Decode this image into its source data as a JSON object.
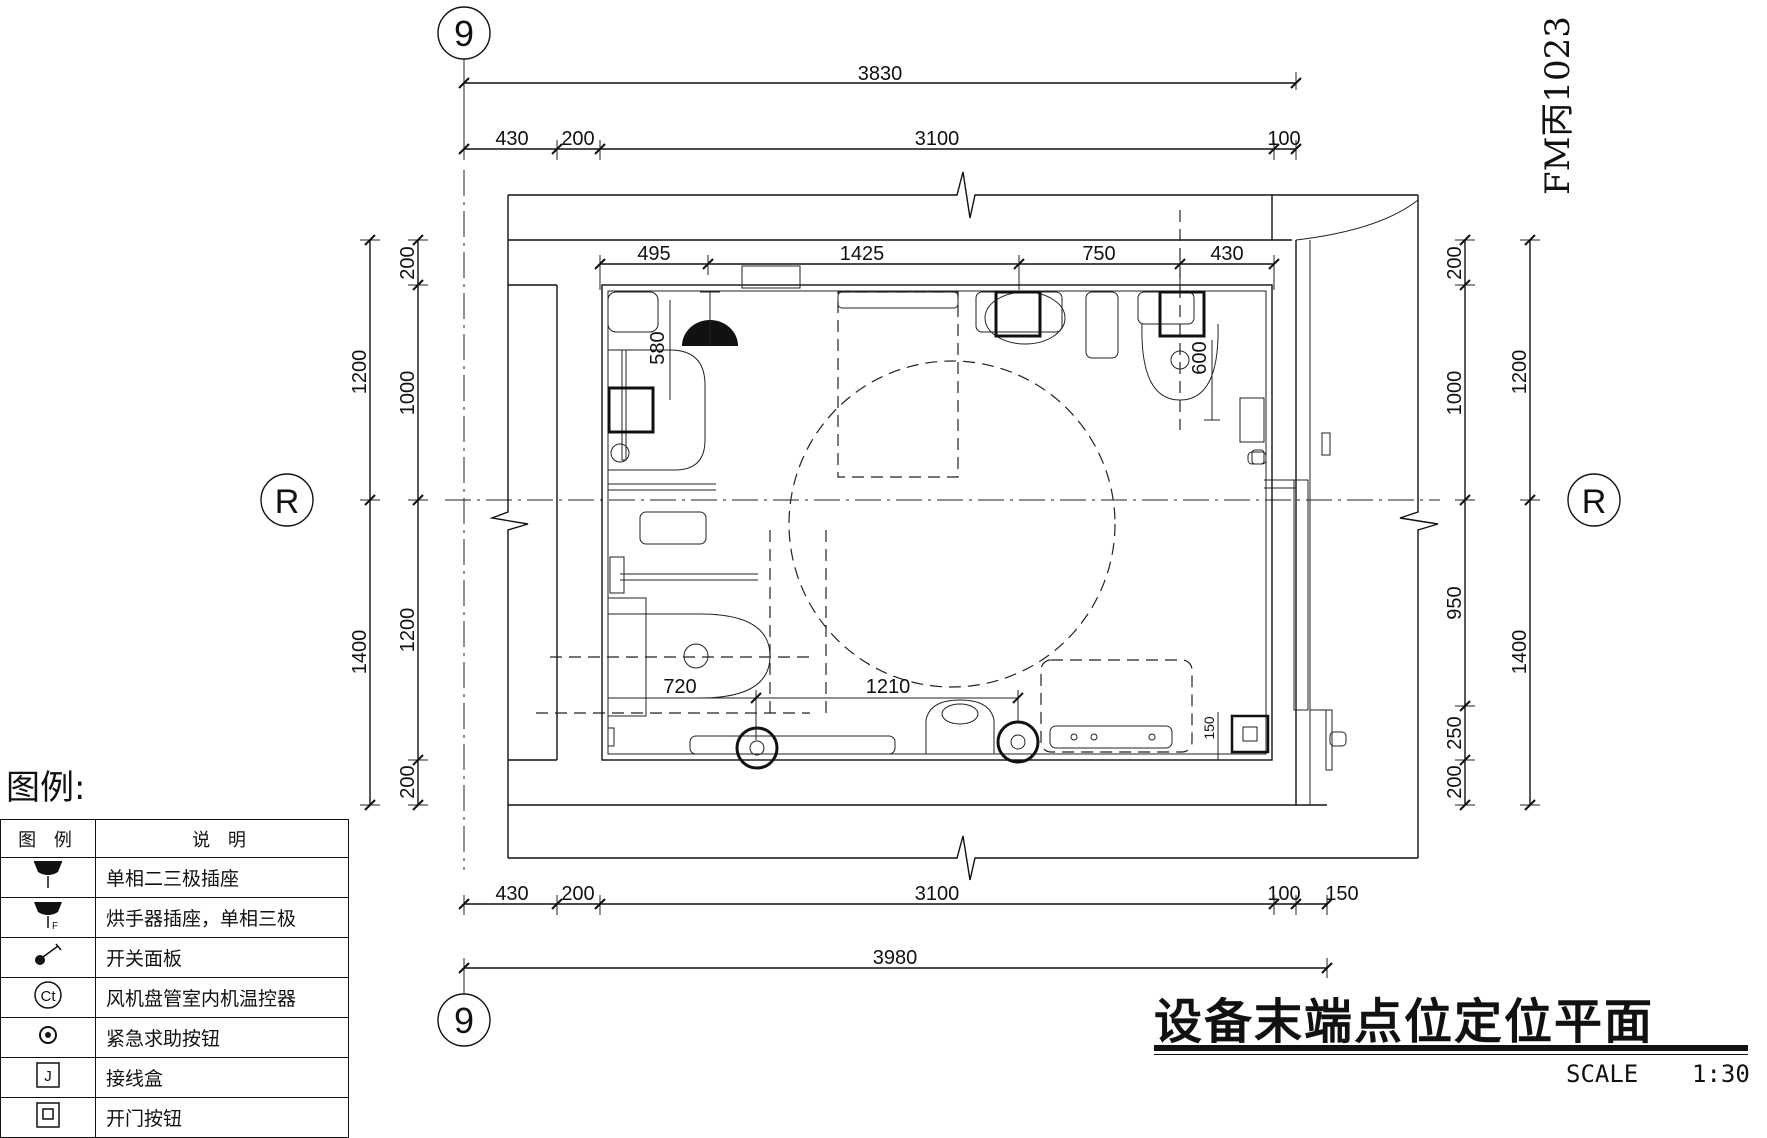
{
  "drawing": {
    "title": "设备末端点位定位平面",
    "scale_label": "SCALE",
    "scale_value": "1:30",
    "door_code": "FM丙1023",
    "grid_axes": {
      "vertical": "9",
      "horizontal": "R"
    }
  },
  "dimensions": {
    "top_total": "3830",
    "top_segments": [
      "430",
      "200",
      "3100",
      "100"
    ],
    "interior_top": [
      "495",
      "1425",
      "750",
      "430"
    ],
    "bottom_segments": [
      "430",
      "200",
      "3100",
      "100",
      "150"
    ],
    "bottom_total": "3980",
    "left_outer": [
      "1200",
      "1400"
    ],
    "left_inner": [
      "200",
      "1000",
      "1200",
      "200"
    ],
    "right_inner": [
      "200",
      "1000",
      "950",
      "250",
      "200"
    ],
    "right_outer": [
      "1200",
      "1400"
    ],
    "local": {
      "d580": "580",
      "d600": "600",
      "d720": "720",
      "d1210": "1210",
      "d150": "150"
    }
  },
  "legend": {
    "heading": "图例:",
    "col_symbol": "图 例",
    "col_desc": "说  明",
    "items": [
      {
        "icon": "socket-2-3-pole-icon",
        "desc": "单相二三极插座"
      },
      {
        "icon": "hand-dryer-socket-icon",
        "desc": "烘手器插座，单相三极"
      },
      {
        "icon": "switch-panel-icon",
        "desc": "开关面板"
      },
      {
        "icon": "fan-coil-thermostat-icon",
        "desc": "风机盘管室内机温控器"
      },
      {
        "icon": "emergency-call-button-icon",
        "desc": "紧急求助按钮"
      },
      {
        "icon": "junction-box-icon",
        "desc": "接线盒"
      },
      {
        "icon": "door-open-button-icon",
        "desc": "开门按钮"
      }
    ],
    "symbol_letters": {
      "dryer": "F",
      "thermostat": "Ct",
      "junction": "J"
    }
  }
}
